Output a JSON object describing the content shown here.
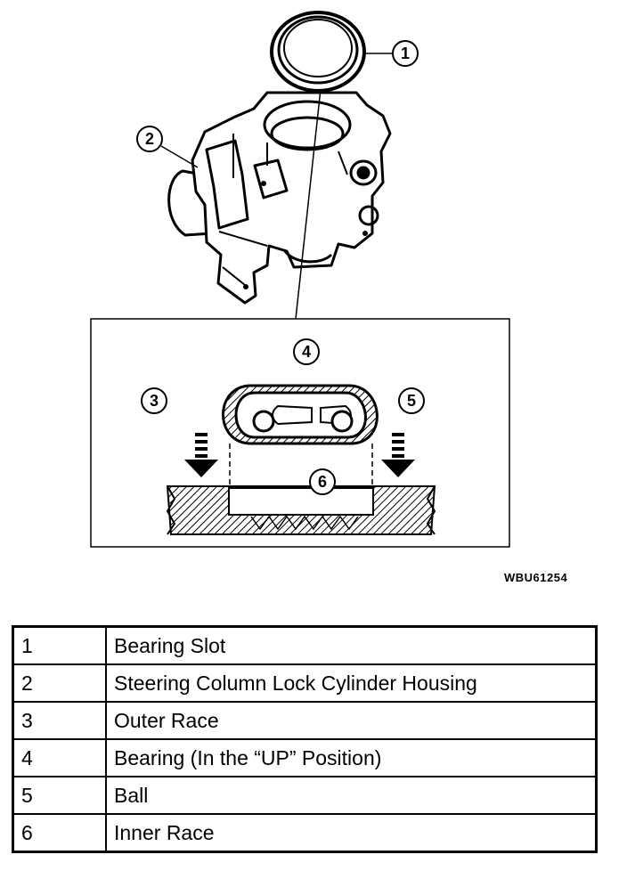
{
  "figure": {
    "code": "WBU61254",
    "callouts": [
      "1",
      "2",
      "3",
      "4",
      "5",
      "6"
    ]
  },
  "legend": [
    {
      "num": "1",
      "label": "Bearing Slot"
    },
    {
      "num": "2",
      "label": "Steering Column Lock Cylinder Housing"
    },
    {
      "num": "3",
      "label": "Outer Race"
    },
    {
      "num": "4",
      "label": "Bearing (In the “UP” Position)"
    },
    {
      "num": "5",
      "label": "Ball"
    },
    {
      "num": "6",
      "label": "Inner Race"
    }
  ]
}
